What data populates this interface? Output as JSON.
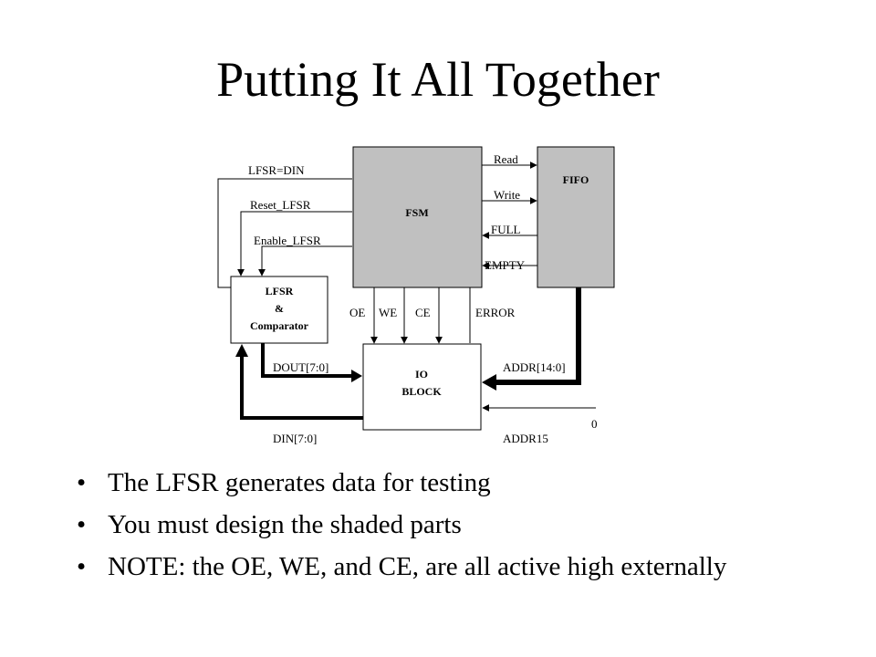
{
  "slide": {
    "title": "Putting It All Together",
    "bullets": [
      "The LFSR generates data for testing",
      "You must design the shaded parts",
      "NOTE: the OE, WE, and CE, are all active high externally"
    ],
    "bullet_glyph": "•"
  },
  "diagram": {
    "blocks": {
      "fsm": "FSM",
      "fifo": "FIFO",
      "lfsr": [
        "LFSR",
        "&",
        "Comparator"
      ],
      "io": [
        "IO",
        "BLOCK"
      ]
    },
    "signals": {
      "lfsr_din": "LFSR=DIN",
      "reset_lfsr": "Reset_LFSR",
      "enable_lfsr": "Enable_LFSR",
      "read": "Read",
      "write": "Write",
      "full": "FULL",
      "empty": "EMPTY",
      "oe": "OE",
      "we": "WE",
      "ce": "CE",
      "error": "ERROR",
      "dout": "DOUT[7:0]",
      "din": "DIN[7:0]",
      "addr": "ADDR[14:0]",
      "addr15": "ADDR15",
      "zero": "0"
    },
    "colors": {
      "shaded": "#c0c0c0",
      "line": "#000000",
      "background": "#ffffff"
    }
  }
}
